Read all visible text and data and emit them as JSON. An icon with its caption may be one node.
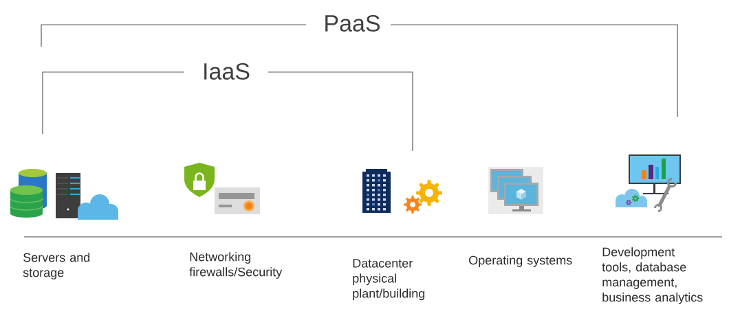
{
  "diagram": {
    "nodes": [
      {
        "text": [],
        "shape": "picture",
        "beside": [
          "Servers and storage"
        ]
      },
      {
        "text": [],
        "shape": "picture",
        "beside": [
          "Networking firewalls/Security"
        ]
      },
      {
        "text": [],
        "shape": "picture",
        "beside": [
          "Datacenter physical plant/building"
        ]
      },
      {
        "text": [],
        "shape": "picture",
        "beside": [
          "Operating systems"
        ]
      },
      {
        "text": [],
        "shape": "picture",
        "beside": [
          "Development tools, database management, business analytics"
        ]
      }
    ],
    "labels": [
      "PaaS",
      "IaaS"
    ]
  }
}
